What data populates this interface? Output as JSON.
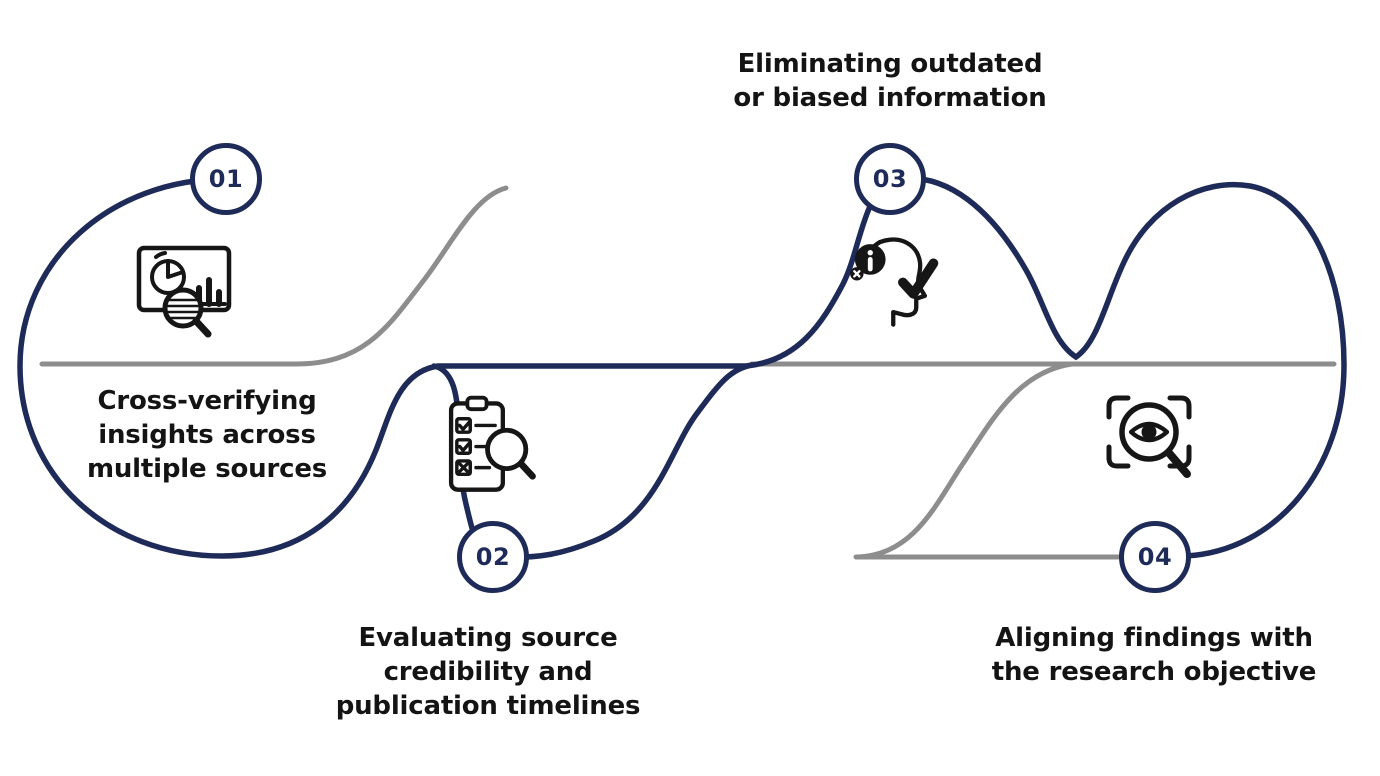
{
  "diagram": {
    "type": "process-flow",
    "step_count": 4
  },
  "colors": {
    "navy": "#1e2b58",
    "gray": "#8d8d8d",
    "ink": "#141414",
    "background": "#ffffff"
  },
  "steps": [
    {
      "number": "01",
      "icon": "analytics-chart-magnifier-icon",
      "label_lines": [
        "Cross-verifying",
        "insights across",
        "multiple sources"
      ]
    },
    {
      "number": "02",
      "icon": "checklist-magnifier-icon",
      "label_lines": [
        "Evaluating source",
        "credibility and",
        "publication timelines"
      ]
    },
    {
      "number": "03",
      "icon": "person-info-check-icon",
      "label_lines": [
        "Eliminating outdated",
        "or biased information"
      ]
    },
    {
      "number": "04",
      "icon": "eye-focus-magnifier-icon",
      "label_lines": [
        "Aligning findings with",
        "the research objective"
      ]
    }
  ]
}
